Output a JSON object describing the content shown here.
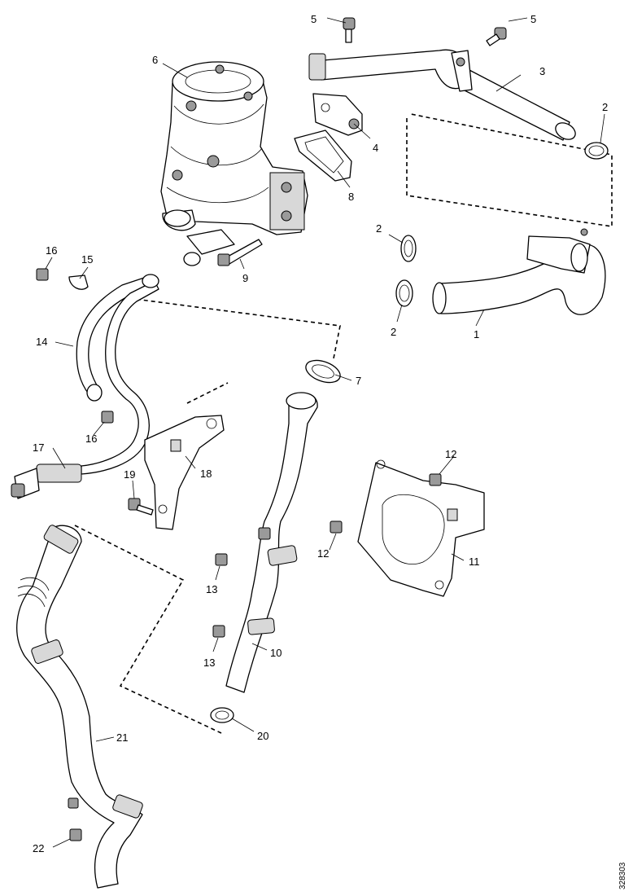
{
  "diagram": {
    "callouts": {
      "c1": "1",
      "c2a": "2",
      "c2b": "2",
      "c2c": "2",
      "c3": "3",
      "c4": "4",
      "c5a": "5",
      "c5b": "5",
      "c6": "6",
      "c7": "7",
      "c8": "8",
      "c9": "9",
      "c10": "10",
      "c11": "11",
      "c12a": "12",
      "c12b": "12",
      "c13a": "13",
      "c13b": "13",
      "c14": "14",
      "c15": "15",
      "c16a": "16",
      "c16b": "16",
      "c17": "17",
      "c18": "18",
      "c19": "19",
      "c20": "20",
      "c21": "21",
      "c22": "22"
    },
    "reference_number": "328303"
  }
}
